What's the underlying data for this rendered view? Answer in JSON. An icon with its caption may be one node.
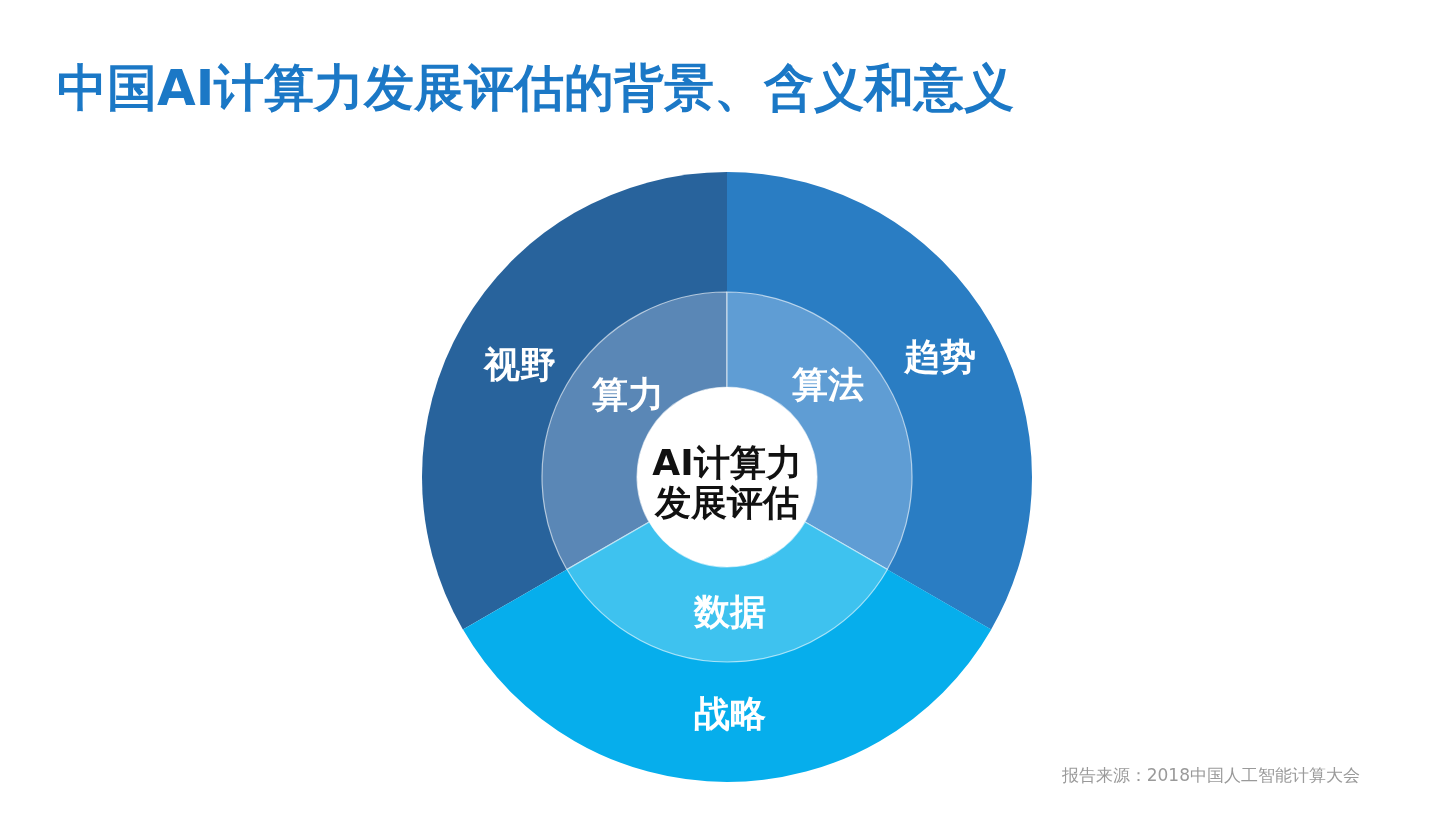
{
  "diagram": {
    "title": "中国AI计算力发展评估的背景、含义和意义",
    "caption": "报告来源：2018中国人工智能计算大会",
    "nodes": [
      {
        "text": [
          "视野"
        ]
      },
      {
        "text": [
          "趋势"
        ]
      },
      {
        "text": [
          "战略"
        ]
      },
      {
        "text": [
          "算力"
        ],
        "in": 0
      },
      {
        "text": [
          "算法"
        ],
        "in": 1
      },
      {
        "text": [
          "数据"
        ],
        "in": 2
      },
      {
        "text": [
          "AI计算力发展评估"
        ]
      }
    ]
  }
}
